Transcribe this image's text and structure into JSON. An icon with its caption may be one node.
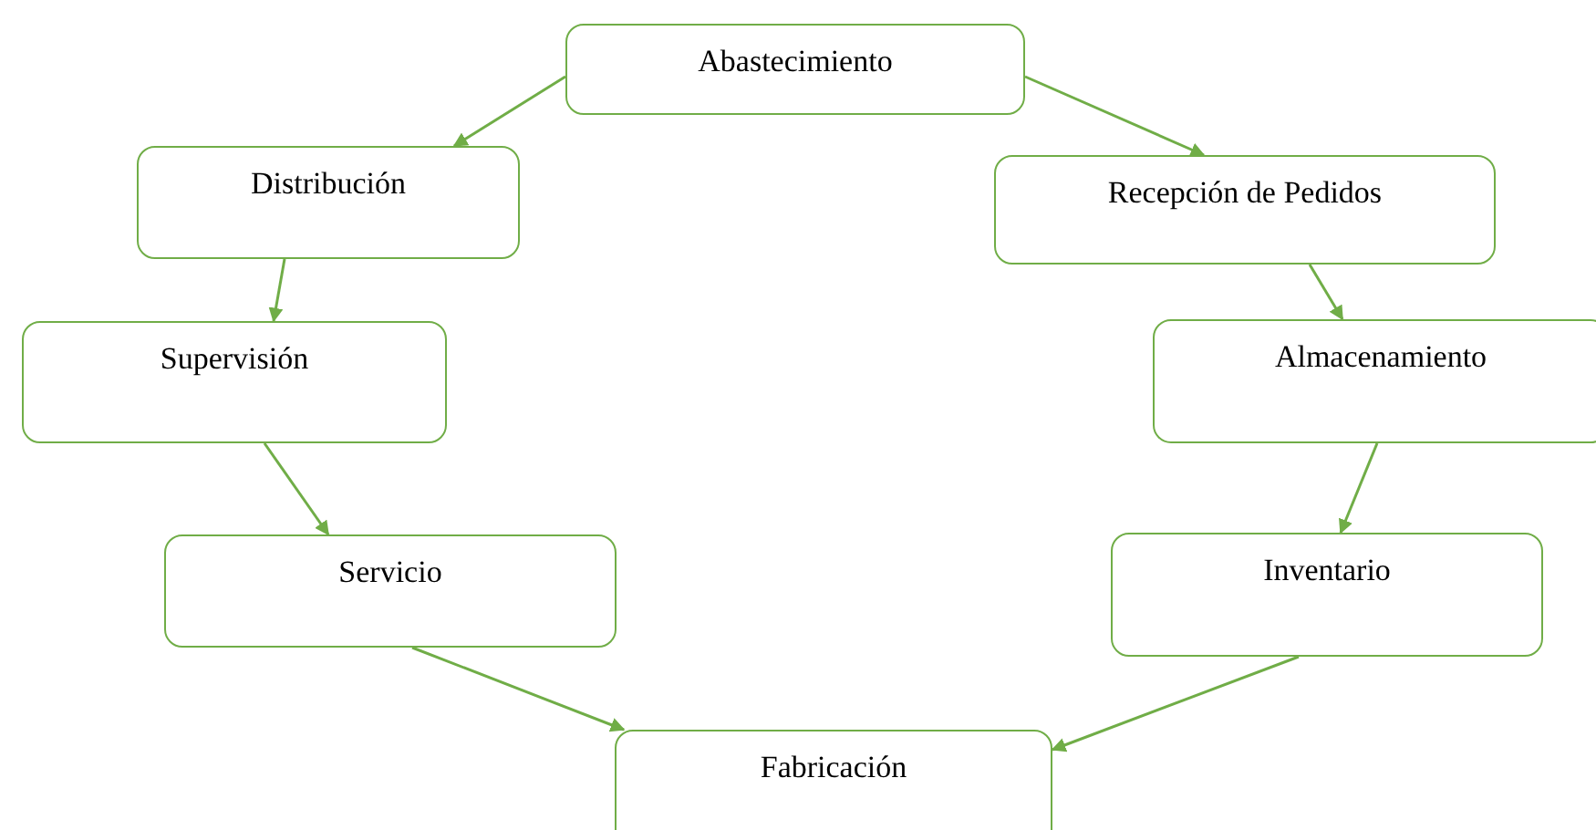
{
  "diagram": {
    "nodes": [
      {
        "text": [
          "Abastecimiento"
        ]
      },
      {
        "text": [
          "Distribución"
        ]
      },
      {
        "text": [
          "Recepción de Pedidos"
        ]
      },
      {
        "text": [
          "Supervisión"
        ]
      },
      {
        "text": [
          "Almacenamiento"
        ]
      },
      {
        "text": [
          "Servicio"
        ]
      },
      {
        "text": [
          "Inventario"
        ]
      },
      {
        "text": [
          "Fabricación"
        ]
      }
    ],
    "edges": [
      {
        "from": 0,
        "to": 1,
        "arrow": "to"
      },
      {
        "from": 0,
        "to": 2,
        "arrow": "to"
      },
      {
        "from": 1,
        "to": 3,
        "arrow": "to"
      },
      {
        "from": 3,
        "to": 5,
        "arrow": "to"
      },
      {
        "from": 2,
        "to": 4,
        "arrow": "to"
      },
      {
        "from": 4,
        "to": 6,
        "arrow": "to"
      },
      {
        "from": 5,
        "to": 7,
        "arrow": "to"
      },
      {
        "from": 6,
        "to": 7,
        "arrow": "to"
      }
    ]
  }
}
